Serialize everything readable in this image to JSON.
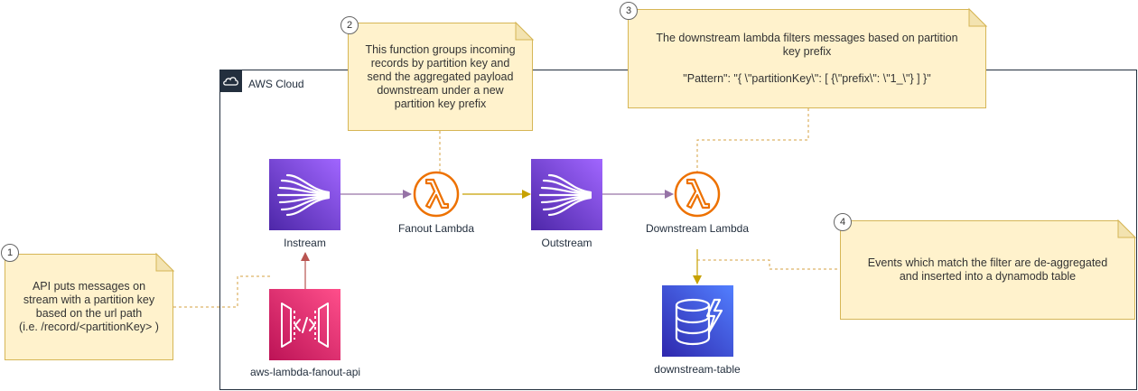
{
  "cloud": {
    "label": "AWS Cloud"
  },
  "nodes": {
    "instream": {
      "label": "Instream",
      "icon": "kinesis-stream-icon"
    },
    "fanout_lambda": {
      "label": "Fanout Lambda",
      "icon": "lambda-icon"
    },
    "outstream": {
      "label": "Outstream",
      "icon": "kinesis-stream-icon"
    },
    "downstream_lambda": {
      "label": "Downstream Lambda",
      "icon": "lambda-icon"
    },
    "api": {
      "label": "aws-lambda-fanout-api",
      "icon": "api-gateway-icon"
    },
    "table": {
      "label": "downstream-table",
      "icon": "dynamodb-icon"
    }
  },
  "notes": [
    {
      "number": "1",
      "text": "API puts messages on\nstream with a partition key\nbased on the url path\n(i.e. /record/<partitionKey> )"
    },
    {
      "number": "2",
      "text": "This function groups incoming\nrecords by partition key and\nsend the aggregated payload\ndownstream under a new\npartition key prefix"
    },
    {
      "number": "3",
      "text": "The downstream lambda filters messages based on partition\nkey prefix\n\n\"Pattern\": \"{  \\\"partitionKey\\\":  [ {\\\"prefix\\\": \\\"1_\\\"} ] }\""
    },
    {
      "number": "4",
      "text": "Events which match the filter are de-aggregated\nand inserted into a dynamodb table"
    }
  ],
  "colors": {
    "kinesis": "#8c4fff",
    "lambda": "#ed7100",
    "api_gateway": "#e7157b",
    "dynamodb": "#3b48cc",
    "note_fill": "#fff2cc",
    "note_border": "#d6b656",
    "arrow_purple": "#9673a6",
    "arrow_gold": "#c7a100",
    "arrow_red": "#b85450"
  }
}
